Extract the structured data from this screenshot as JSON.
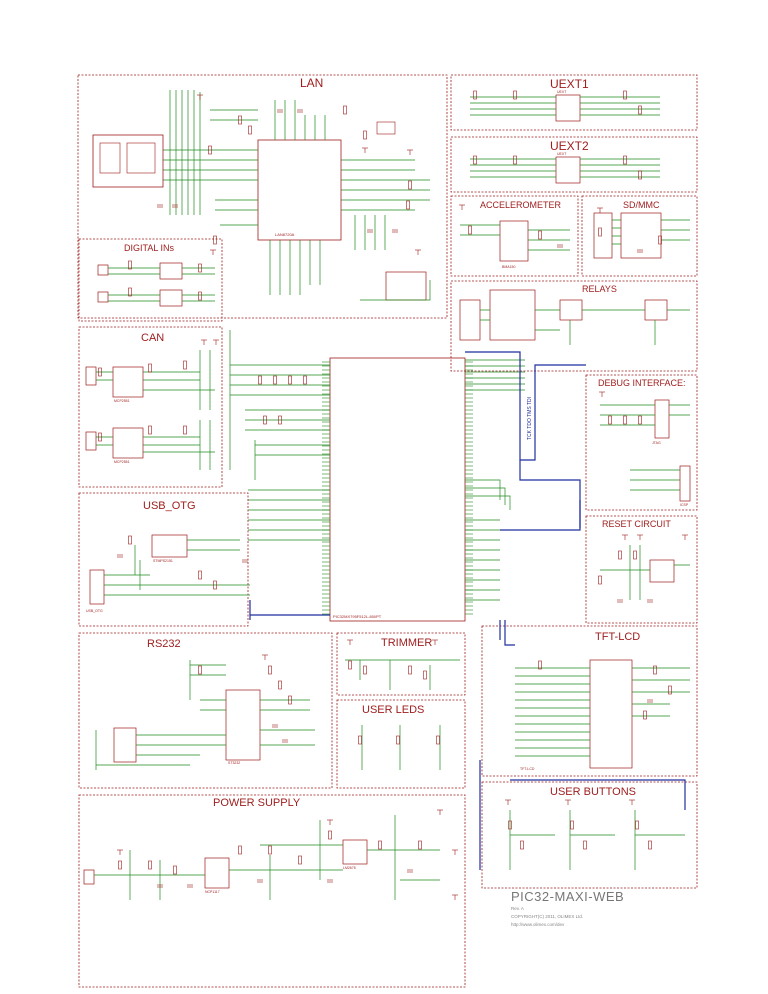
{
  "sections": {
    "lan": "LAN",
    "uext1": "UEXT1",
    "uext2": "UEXT2",
    "accelerometer": "ACCELEROMETER",
    "sdmmc": "SD/MMC",
    "digital_ins": "DIGITAL INs",
    "relays": "RELAYS",
    "can": "CAN",
    "debug_interface": "DEBUG INTERFACE:",
    "usb_otg": "USB_OTG",
    "reset_circuit": "RESET CIRCUIT",
    "rs232": "RS232",
    "trimmer": "TRIMMER",
    "tft_lcd": "TFT-LCD",
    "user_leds": "USER LEDS",
    "user_buttons": "USER BUTTONS",
    "power_supply": "POWER SUPPLY"
  },
  "footer": {
    "board_name": "PIC32-MAXI-WEB",
    "rev": "Rev. A",
    "copyright": "COPYRIGHT(C) 2011, OLIMEX Ltd.",
    "url": "http://www.olimex.com/dev"
  },
  "labels": {
    "mcu": "PIC32MX795F512L-80I/PT",
    "bus_label": "TCK TDO TMS TDI",
    "lan_phy": "LAN8720A",
    "uext1_conn": "UEXT",
    "uext2_conn": "UEXT",
    "accel_chip": "BMA150",
    "rs232_chip": "ST3232",
    "can_chip1": "MCP2551",
    "can_chip2": "MCP2551",
    "usb_conn": "USB_OTG",
    "usb_chip": "STMPS2151",
    "jtag": "JTAG",
    "icsp": "ICSP",
    "tft_conn": "TFT-LCD",
    "vr1": "NCP1117",
    "vr2": "LM2675"
  },
  "colors": {
    "wire": "#1f8a1f",
    "component": "#9e1b1b",
    "bus": "#1f2f9e",
    "frame": "#9e1b1b"
  }
}
